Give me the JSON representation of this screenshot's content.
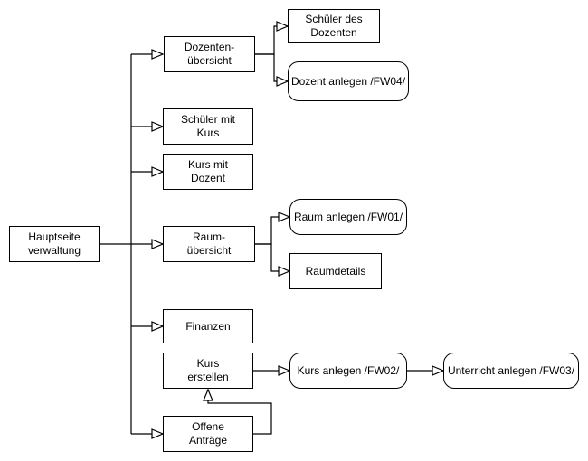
{
  "diagram": {
    "type": "flowchart-sitemap",
    "background": "#ffffff",
    "colors": {
      "node_fill": "#ffffff",
      "node_border": "#000000",
      "text": "#000000",
      "connector": "#000000"
    },
    "nodes": {
      "hauptseite": {
        "label": "Hauptseite\nverwaltung",
        "shape": "rectangle"
      },
      "dozenten_uebersicht": {
        "label": "Dozenten-\nübersicht",
        "shape": "rectangle"
      },
      "schueler_mit_kurs": {
        "label": "Schüler mit\nKurs",
        "shape": "rectangle"
      },
      "kurs_mit_dozent": {
        "label": "Kurs mit\nDozent",
        "shape": "rectangle"
      },
      "raum_uebersicht": {
        "label": "Raum-\nübersicht",
        "shape": "rectangle"
      },
      "finanzen": {
        "label": "Finanzen",
        "shape": "rectangle"
      },
      "kurs_erstellen": {
        "label": "Kurs\nerstellen",
        "shape": "rectangle"
      },
      "offene_antraege": {
        "label": "Offene\nAnträge",
        "shape": "rectangle"
      },
      "schueler_des_dozenten": {
        "label": "Schüler des\nDozenten",
        "shape": "rectangle"
      },
      "dozent_anlegen": {
        "label": "Dozent anlegen /FW04/",
        "shape": "rounded-rectangle"
      },
      "raum_anlegen": {
        "label": "Raum anlegen /FW01/",
        "shape": "rounded-rectangle"
      },
      "raumdetails": {
        "label": "Raumdetails",
        "shape": "rectangle"
      },
      "kurs_anlegen": {
        "label": "Kurs anlegen /FW02/",
        "shape": "rounded-rectangle"
      },
      "unterricht_anlegen": {
        "label": "Unterricht anlegen /FW03/",
        "shape": "rounded-rectangle"
      }
    },
    "edges": [
      {
        "from": "hauptseite",
        "to": "dozenten_uebersicht",
        "arrow": "open-triangle"
      },
      {
        "from": "hauptseite",
        "to": "schueler_mit_kurs",
        "arrow": "open-triangle"
      },
      {
        "from": "hauptseite",
        "to": "kurs_mit_dozent",
        "arrow": "open-triangle"
      },
      {
        "from": "hauptseite",
        "to": "raum_uebersicht",
        "arrow": "open-triangle"
      },
      {
        "from": "hauptseite",
        "to": "finanzen",
        "arrow": "open-triangle"
      },
      {
        "from": "hauptseite",
        "to": "offene_antraege",
        "arrow": "open-triangle"
      },
      {
        "from": "dozenten_uebersicht",
        "to": "schueler_des_dozenten",
        "arrow": "open-triangle"
      },
      {
        "from": "dozenten_uebersicht",
        "to": "dozent_anlegen",
        "arrow": "open-triangle"
      },
      {
        "from": "raum_uebersicht",
        "to": "raum_anlegen",
        "arrow": "open-triangle"
      },
      {
        "from": "raum_uebersicht",
        "to": "raumdetails",
        "arrow": "open-triangle"
      },
      {
        "from": "kurs_erstellen",
        "to": "kurs_anlegen",
        "arrow": "open-triangle"
      },
      {
        "from": "kurs_anlegen",
        "to": "unterricht_anlegen",
        "arrow": "open-triangle"
      },
      {
        "from": "offene_antraege",
        "to": "kurs_erstellen",
        "arrow": "open-triangle"
      }
    ]
  }
}
